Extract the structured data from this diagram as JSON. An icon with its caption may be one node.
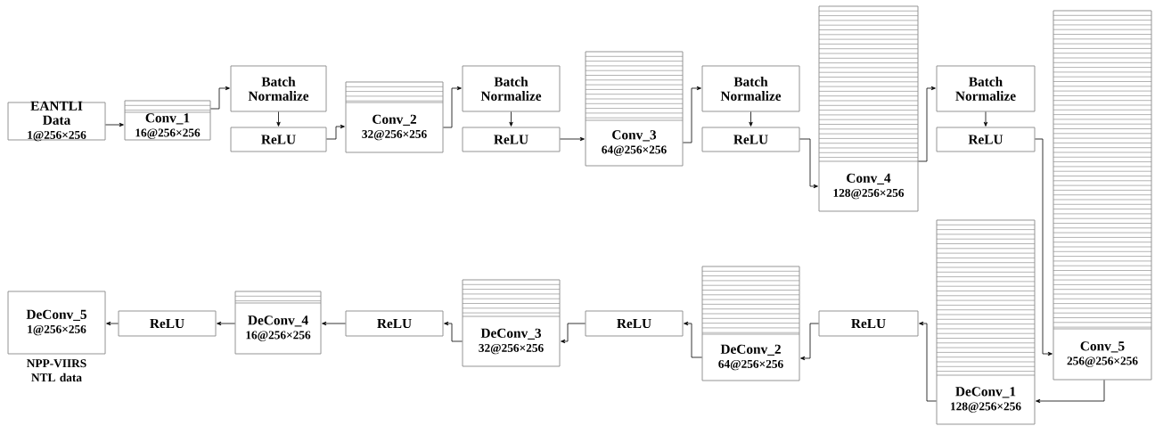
{
  "diagram": {
    "nodes": [
      {
        "text": [
          "EANTLI Data",
          "1@256×256"
        ]
      },
      {
        "text": [
          "Conv_1",
          "16@256×256"
        ]
      },
      {
        "text": [
          "Batch Normalize"
        ]
      },
      {
        "text": [
          "ReLU"
        ]
      },
      {
        "text": [
          "Conv_2",
          "32@256×256"
        ]
      },
      {
        "text": [
          "Batch Normalize"
        ]
      },
      {
        "text": [
          "ReLU"
        ]
      },
      {
        "text": [
          "Conv_3",
          "64@256×256"
        ]
      },
      {
        "text": [
          "Batch Normalize"
        ]
      },
      {
        "text": [
          "ReLU"
        ]
      },
      {
        "text": [
          "Conv_4",
          "128@256×256"
        ]
      },
      {
        "text": [
          "Batch Normalize"
        ]
      },
      {
        "text": [
          "ReLU"
        ]
      },
      {
        "text": [
          "Conv_5",
          "256@256×256"
        ]
      },
      {
        "text": [
          "DeConv_1",
          "128@256×256"
        ]
      },
      {
        "text": [
          "ReLU"
        ]
      },
      {
        "text": [
          "DeConv_2",
          "64@256×256"
        ]
      },
      {
        "text": [
          "ReLU"
        ]
      },
      {
        "text": [
          "DeConv_3",
          "32@256×256"
        ]
      },
      {
        "text": [
          "ReLU"
        ]
      },
      {
        "text": [
          "DeConv_4",
          "16@256×256"
        ]
      },
      {
        "text": [
          "ReLU"
        ]
      },
      {
        "text": [
          "DeConv_5",
          "1@256×256"
        ],
        "beside": [
          "NPP-VIIRS NTL data"
        ]
      }
    ],
    "edges": [
      {
        "from": 0,
        "to": 1,
        "arrow": "to"
      },
      {
        "from": 1,
        "to": 2,
        "arrow": "to"
      },
      {
        "from": 2,
        "to": 3,
        "arrow": "to"
      },
      {
        "from": 3,
        "to": 4,
        "arrow": "to"
      },
      {
        "from": 4,
        "to": 5,
        "arrow": "to"
      },
      {
        "from": 5,
        "to": 6,
        "arrow": "to"
      },
      {
        "from": 6,
        "to": 7,
        "arrow": "to"
      },
      {
        "from": 7,
        "to": 8,
        "arrow": "to"
      },
      {
        "from": 8,
        "to": 9,
        "arrow": "to"
      },
      {
        "from": 9,
        "to": 10,
        "arrow": "to"
      },
      {
        "from": 10,
        "to": 11,
        "arrow": "to"
      },
      {
        "from": 11,
        "to": 12,
        "arrow": "to"
      },
      {
        "from": 12,
        "to": 13,
        "arrow": "to"
      },
      {
        "from": 13,
        "to": 14,
        "arrow": "to"
      },
      {
        "from": 14,
        "to": 15,
        "arrow": "to"
      },
      {
        "from": 15,
        "to": 16,
        "arrow": "to"
      },
      {
        "from": 16,
        "to": 17,
        "arrow": "to"
      },
      {
        "from": 17,
        "to": 18,
        "arrow": "to"
      },
      {
        "from": 18,
        "to": 19,
        "arrow": "to"
      },
      {
        "from": 19,
        "to": 20,
        "arrow": "to"
      },
      {
        "from": 20,
        "to": 21,
        "arrow": "to"
      },
      {
        "from": 21,
        "to": 22,
        "arrow": "to"
      }
    ]
  }
}
